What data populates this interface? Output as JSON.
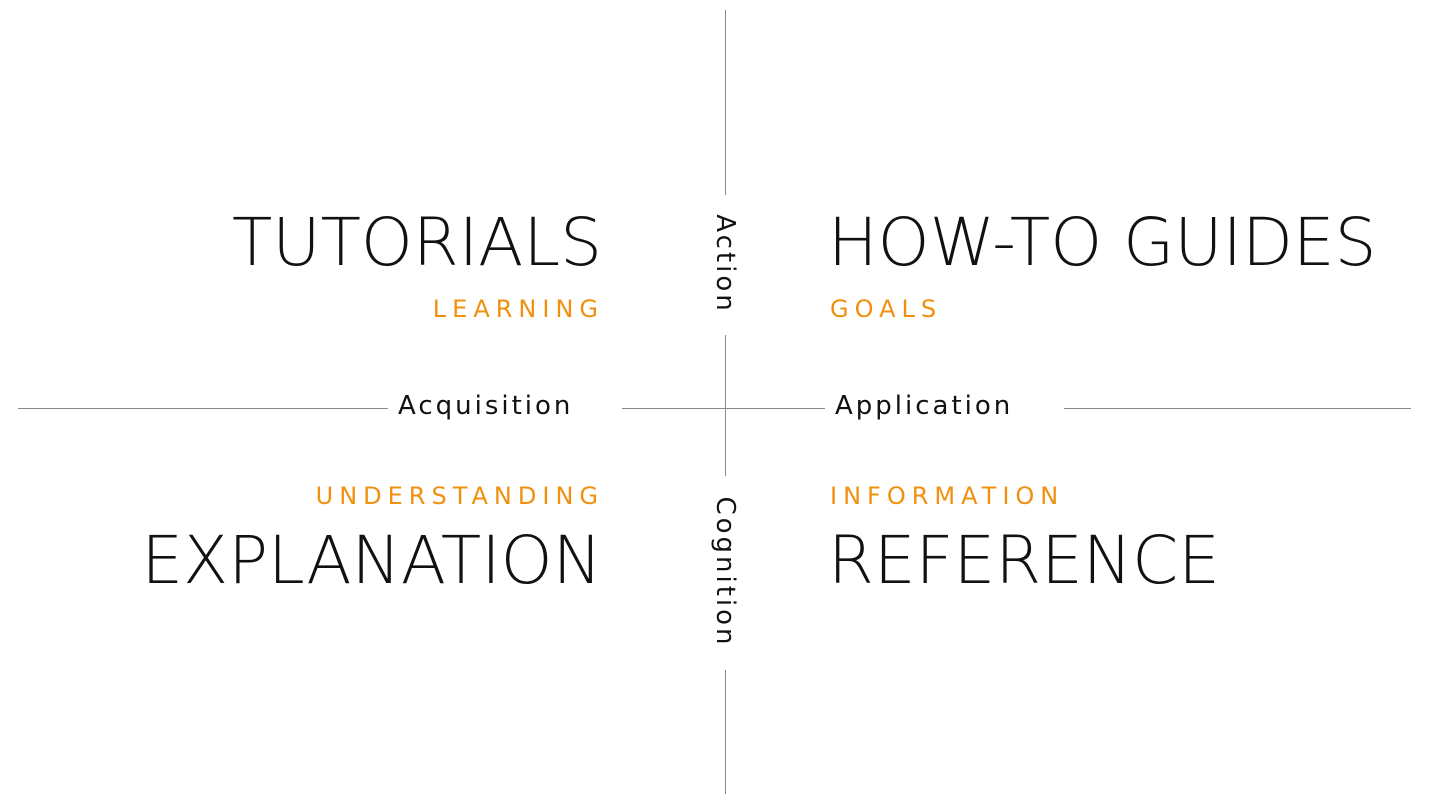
{
  "colors": {
    "accent": "#f0900f",
    "text": "#111111",
    "axis": "#8a8a8a"
  },
  "axes": {
    "top": "Action",
    "bottom": "Cognition",
    "left": "Acquisition",
    "right": "Application"
  },
  "quadrants": {
    "top_left": {
      "title": "TUTORIALS",
      "subtitle": "LEARNING"
    },
    "top_right": {
      "title": "HOW-TO GUIDES",
      "subtitle": "GOALS"
    },
    "bottom_left": {
      "title": "EXPLANATION",
      "subtitle": "UNDERSTANDING"
    },
    "bottom_right": {
      "title": "REFERENCE",
      "subtitle": "INFORMATION"
    }
  }
}
